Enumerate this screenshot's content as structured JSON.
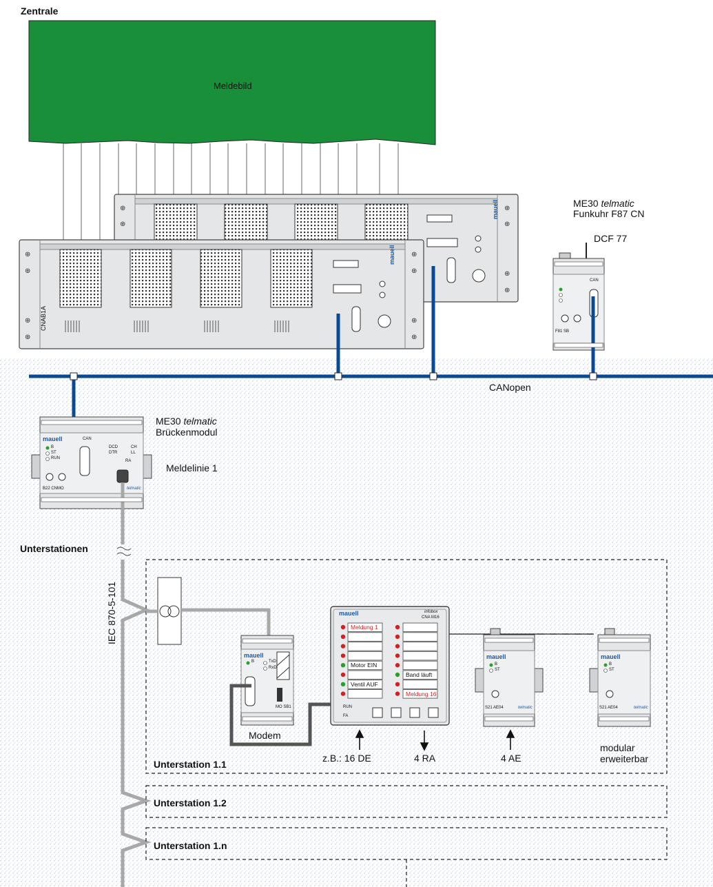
{
  "colors": {
    "bus": "#0a4a94",
    "meldebild": "#1a8f3a",
    "device": "#e4e6e8",
    "device_border": "#444444",
    "slot": "#ffffff",
    "dotted_bg": "#9fb7d8",
    "gray_line": "#a8a8a8",
    "dark_line": "#555555",
    "led_red": "#d42020",
    "led_green": "#2aa02a",
    "brand_blue": "#1a5aa8",
    "highlight_red": "#d42020"
  },
  "zentrale": {
    "title": "Zentrale",
    "meldebild_label": "Meldebild"
  },
  "rack": {
    "label": "CNAB1A",
    "brand": "mauell"
  },
  "funkuhr": {
    "line1": "ME30 ",
    "italic": "telmatic",
    "line2": "Funkuhr F87 CN",
    "dcf": "DCF 77",
    "model": "F81 SB",
    "can": "CAN"
  },
  "bus": {
    "label": "CANopen"
  },
  "bridge": {
    "line1": "ME30 ",
    "italic": "telmatic",
    "line2": "Brückenmodul",
    "meldelinie": "Meldelinie 1",
    "model": "B22 CNMO",
    "brand": "mauell",
    "can": "CAN",
    "leds_left": [
      "B",
      "ST",
      "RUN"
    ],
    "leds_right": [
      "DCD",
      "DTR",
      "RA",
      "CH",
      "LL"
    ],
    "telmatic": "telmatic"
  },
  "unterstationen": {
    "title": "Unterstationen",
    "protocol": "IEC 870-5-101",
    "stations": [
      "Unterstation 1.1",
      "Unterstation 1.2",
      "Unterstation 1.n"
    ]
  },
  "modem": {
    "label": "Modem",
    "model": "MO SB1",
    "brand": "mauell",
    "leds": [
      "B",
      "TxD",
      "RxD"
    ]
  },
  "infobox": {
    "brand": "mauell",
    "title": "infobox",
    "model": "CNA M16",
    "left_messages": [
      "Meldung 1",
      "",
      "",
      "",
      "Motor EIN",
      "",
      "Ventil AUF",
      ""
    ],
    "right_messages": [
      "",
      "",
      "",
      "",
      "",
      "Band läuft",
      "",
      "Meldung 16"
    ],
    "left_led_colors": [
      "red",
      "red",
      "red",
      "red",
      "green",
      "red",
      "green",
      "red"
    ],
    "right_led_colors": [
      "red",
      "red",
      "red",
      "red",
      "red",
      "green",
      "red",
      "red"
    ],
    "status_labels": [
      "RUN",
      "FA"
    ],
    "annotations": [
      "z.B.: 16 DE",
      "4 RA"
    ]
  },
  "ae_module": {
    "model": "S21 AE04",
    "brand": "mauell",
    "leds": [
      "B",
      "ST"
    ],
    "label": "4 AE",
    "telmatic": "telmatic"
  },
  "modular": {
    "line1": "modular",
    "line2": "erweiterbar"
  }
}
